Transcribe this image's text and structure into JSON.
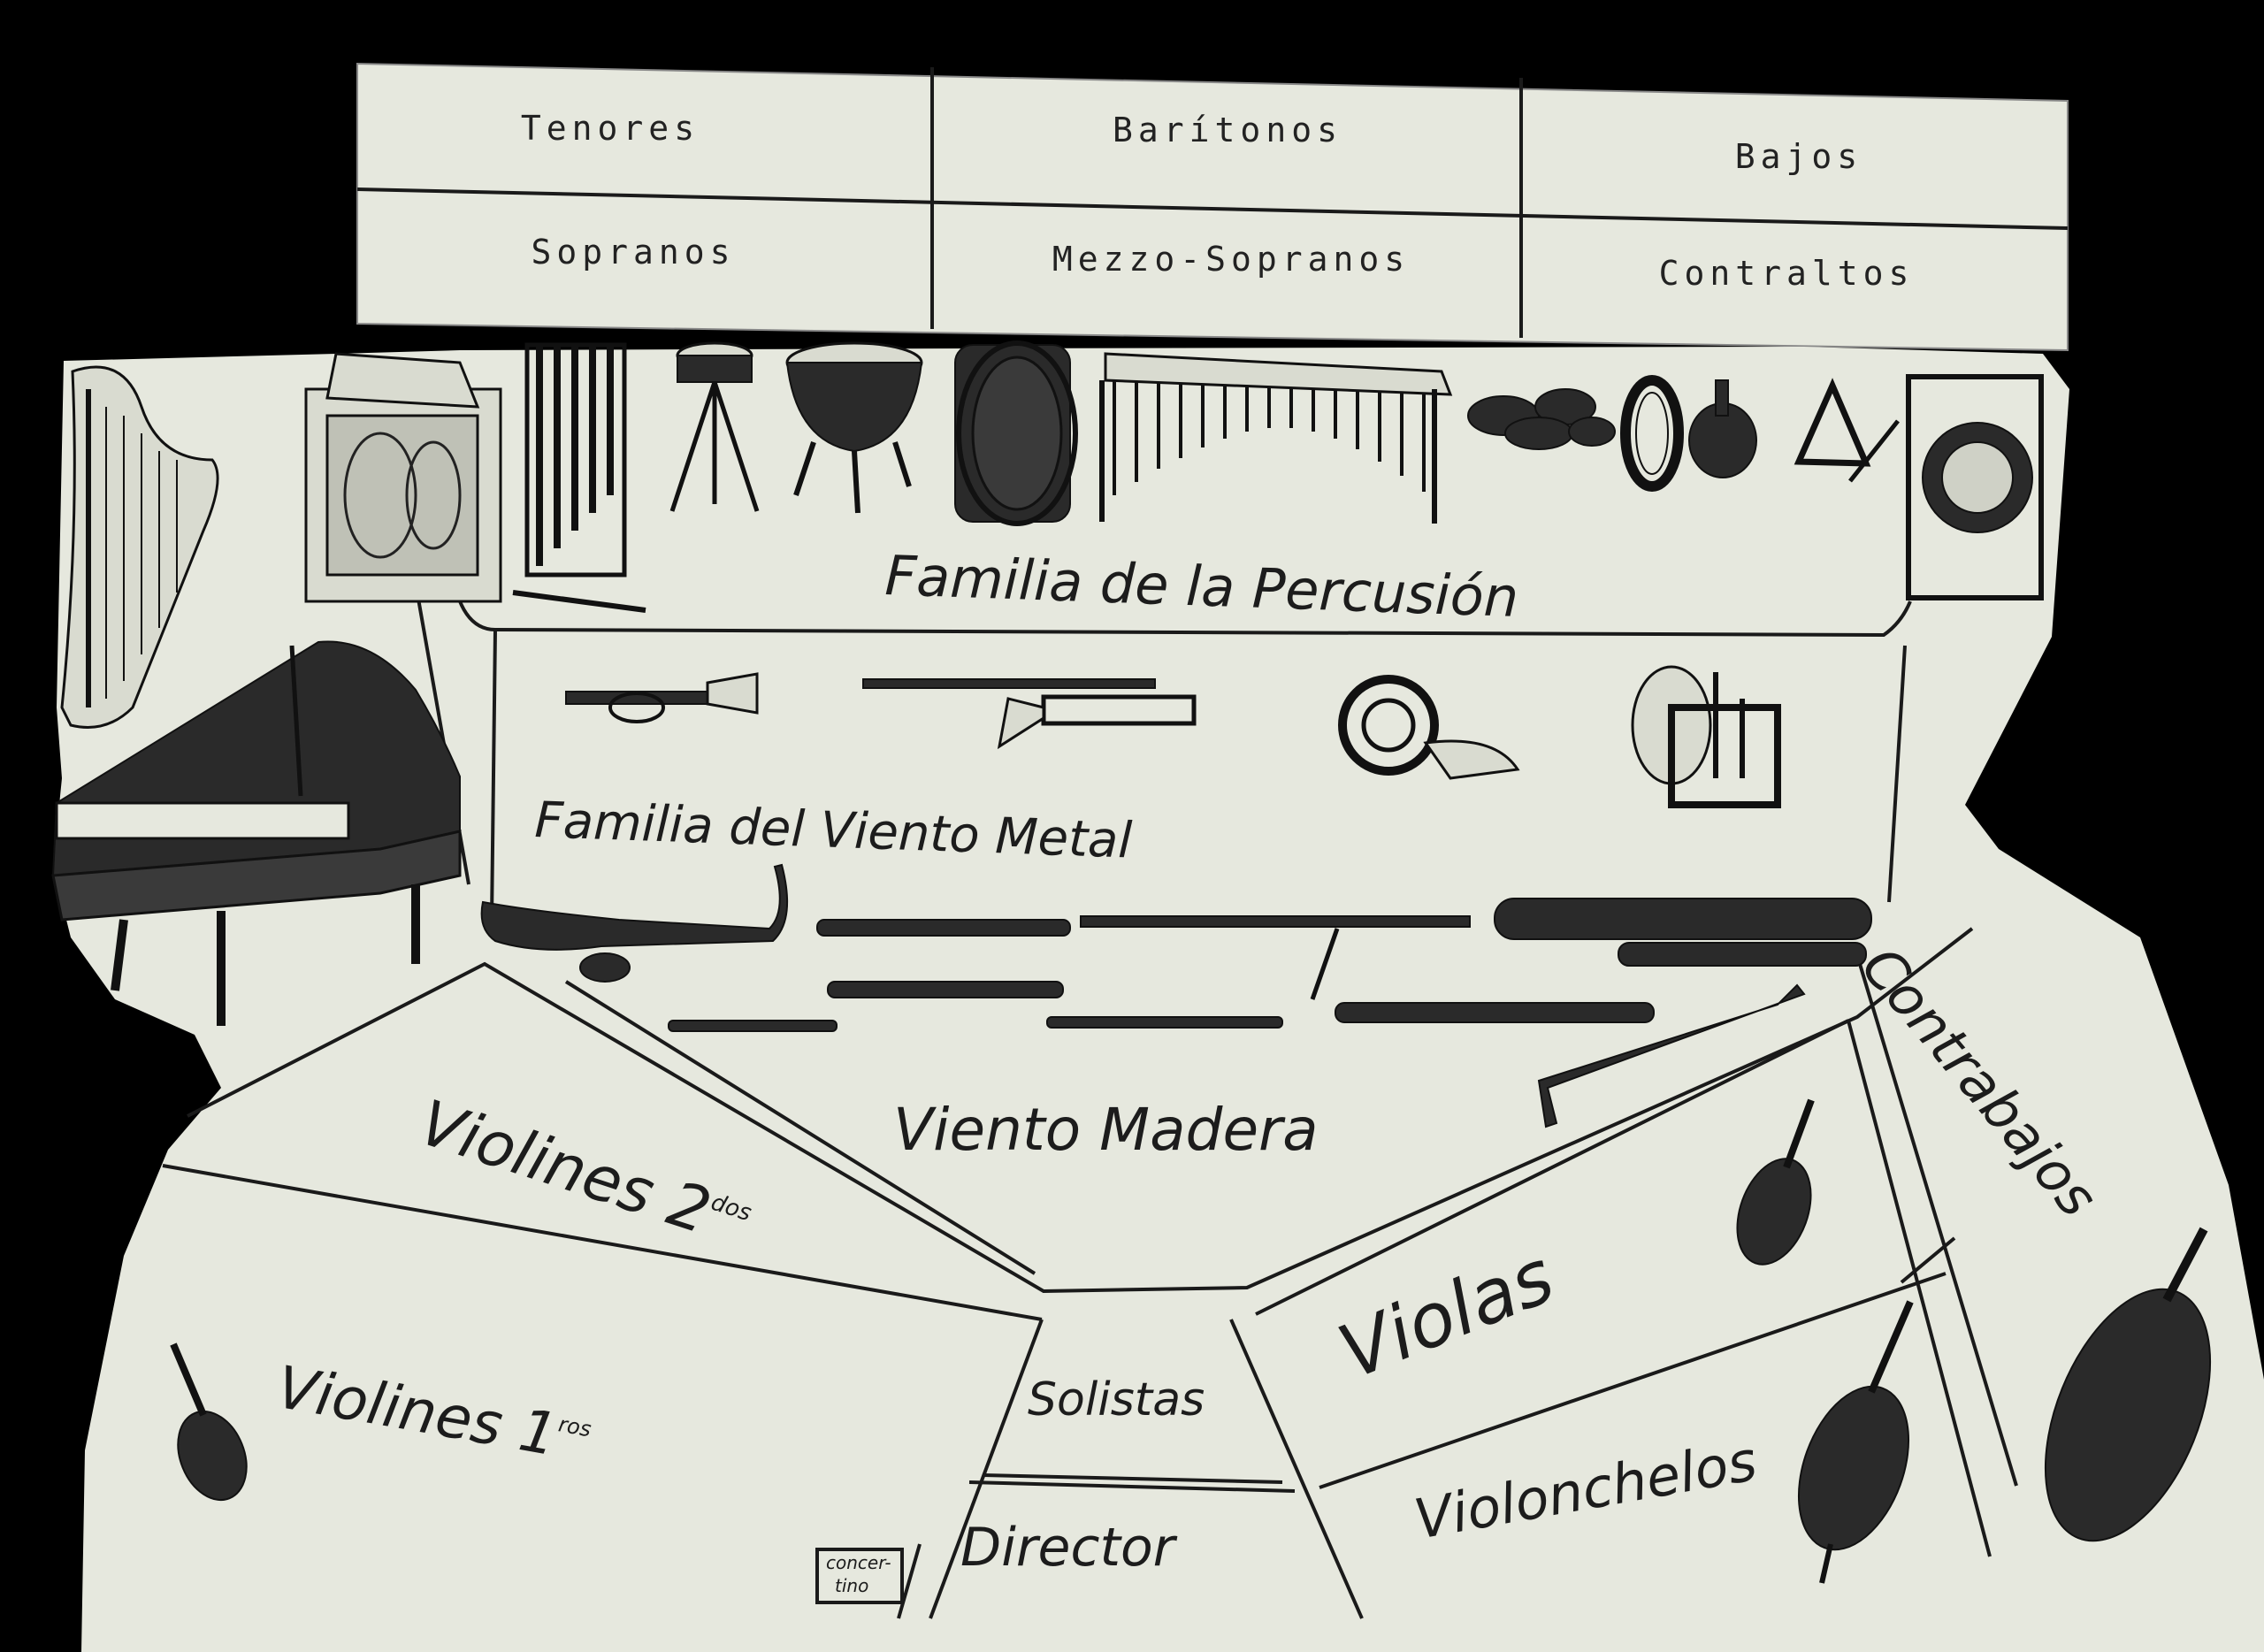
{
  "choir": {
    "top_row": [
      "Tenores",
      "Barítonos",
      "Bajos"
    ],
    "bottom_row": [
      "Sopranos",
      "Mezzo-Sopranos",
      "Contraltos"
    ]
  },
  "sections": {
    "percussion": "Familia de la Percusión",
    "brass": "Familia del Viento Metal",
    "woodwind": "Viento Madera",
    "violins2_main": "Violines 2",
    "violins2_sup": "dos",
    "violins1_main": "Violines 1",
    "violins1_sup": "ros",
    "violas": "Violas",
    "cellos": "Violonchelos",
    "basses": "Contrabajos",
    "soloists": "Solistas",
    "director": "Director",
    "concertino_line1": "concer-",
    "concertino_line2": "tino"
  },
  "colors": {
    "paper": "#e6e8de",
    "ink": "#1a1a1a",
    "background": "#000000"
  },
  "icons": [
    "harp-icon",
    "celesta-icon",
    "tubular-bells-icon",
    "snare-drum-icon",
    "timpani-icon",
    "bass-drum-icon",
    "xylophone-icon",
    "castanets-icon",
    "tambourine-icon",
    "maracas-icon",
    "triangle-icon",
    "gong-icon",
    "grand-piano-icon",
    "trumpet-icon",
    "trombone-icon",
    "french-horn-icon",
    "tuba-icon",
    "saxophone-icon",
    "clarinet-icon",
    "oboe-icon",
    "flute-icon",
    "bassoon-icon",
    "bass-clarinet-icon",
    "piccolo-icon",
    "english-horn-icon",
    "violin-icon",
    "viola-icon",
    "cello-icon",
    "double-bass-icon"
  ]
}
